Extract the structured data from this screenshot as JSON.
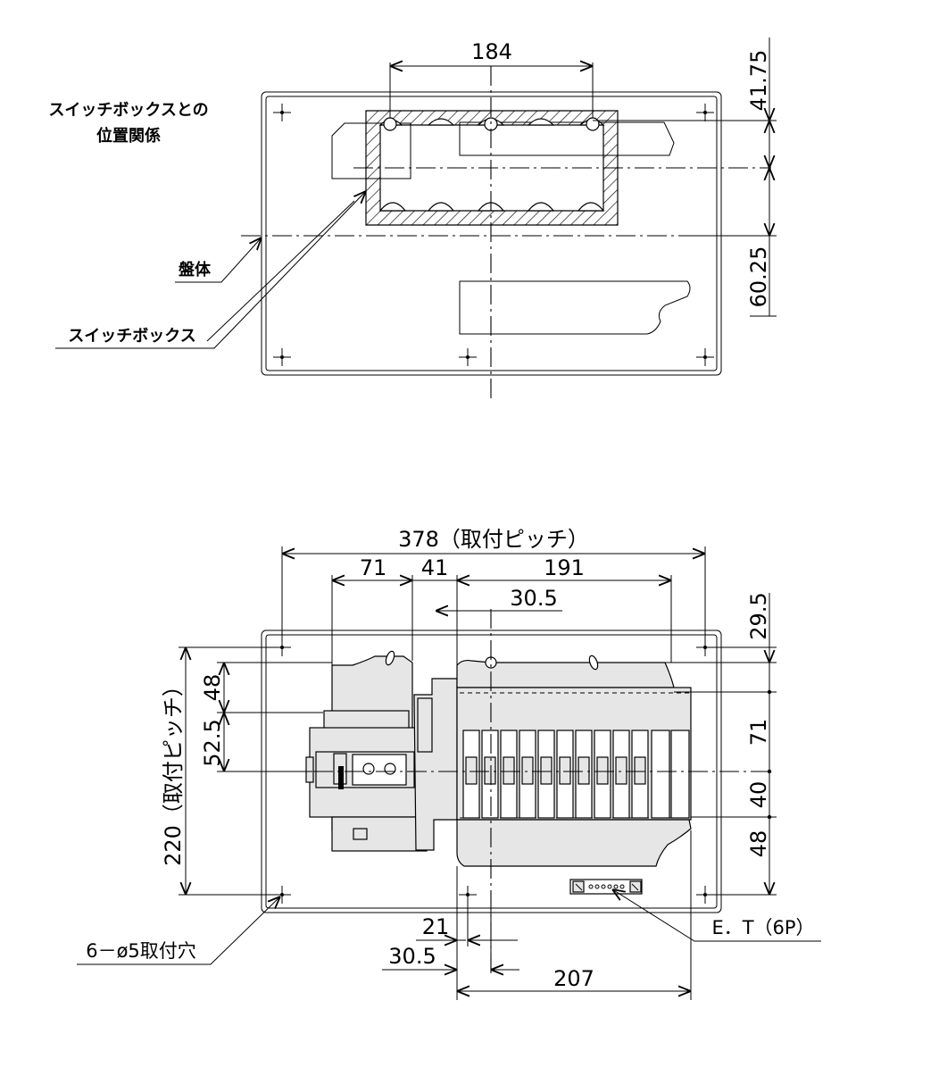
{
  "top_view": {
    "label_relation_line1": "スイッチボックスとの",
    "label_relation_line2": "位置関係",
    "label_panel": "盤体",
    "label_switchbox": "スイッチボックス",
    "dim_box_width": "184",
    "dim_top_offset": "41.75",
    "dim_center_offset": "60.25"
  },
  "bottom_view": {
    "dim_mount_pitch_h": "378（取付ピッチ）",
    "dim_71_a": "71",
    "dim_41": "41",
    "dim_191": "191",
    "dim_30_5_top": "30.5",
    "dim_29_5": "29.5",
    "dim_71_b": "71",
    "dim_40": "40",
    "dim_48_right": "48",
    "dim_48_left": "48",
    "dim_52_5": "52.5",
    "dim_mount_pitch_v": "220（取付ピッチ）",
    "dim_21": "21",
    "dim_30_5_bottom": "30.5",
    "dim_207": "207",
    "label_mount_holes": "6－ø5取付穴",
    "label_terminal": "E．T（6P）"
  }
}
